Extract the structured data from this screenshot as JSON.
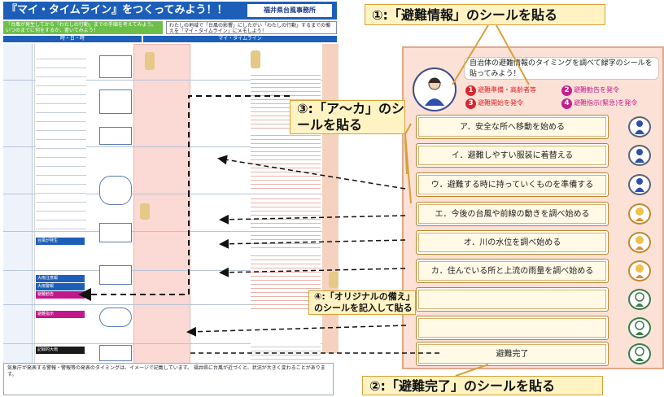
{
  "sheet": {
    "title": "『マイ・タイムライン』をつくってみよう！！",
    "office": "福井県台風事務所",
    "instruction_left": "「台風が発生してから「わたしの行動」までの手順を考えてみよう。いつのまでに何をするか、書いてみよう！",
    "instruction_right": "わたしの地域で「台風の影響」にしたがい「わたしの行動」するまでの備えを「マイ・タイムライン」にメモしよう！",
    "header_time": "時・日・時",
    "header_timeline": "マイ・タイムライン",
    "flags": [
      {
        "label": "台風が発生",
        "color": "#1d5fb8"
      },
      {
        "label": "大雨注意報",
        "color": "#1d5fb8"
      },
      {
        "label": "大雨警報",
        "color": "#1d5fb8"
      },
      {
        "label": "避難勧告",
        "color": "#c2178d"
      },
      {
        "label": "避難指示",
        "color": "#c2178d"
      },
      {
        "label": "記録的大雨",
        "color": "#1a1a1a"
      }
    ],
    "footer_text": "気象庁が発表する警報・警報等の発表のタイミングは、イメージで記載しています。 福井県に台風が近づくと、状況が大きく変わることがあります。"
  },
  "panel": {
    "bubble_text": "自治体の避難情報のタイミングを調べて緑字のシールを貼ってみよう！",
    "stickers": [
      {
        "num": "1",
        "label": "避難準備・高齢者等",
        "color": "#d9262f"
      },
      {
        "num": "2",
        "label": "避難勧告を発令",
        "color": "#c3208f"
      },
      {
        "num": "3",
        "label": "避難開始を発令",
        "color": "#d9262f"
      },
      {
        "num": "4",
        "label": "避難指示(緊急)を発令",
        "color": "#c3208f"
      }
    ],
    "actions": [
      {
        "label": "ア．安全な所へ移動を始める",
        "icon": "person-icon"
      },
      {
        "label": "イ．避難しやすい服装に着替える",
        "icon": "person-icon"
      },
      {
        "label": "ウ．避難する時に持っていくものを準備する",
        "icon": "person-icon"
      },
      {
        "label": "エ．今後の台風や前線の動きを調べ始める",
        "icon": "child-icon"
      },
      {
        "label": "オ．川の水位を調べ始める",
        "icon": "child-icon"
      },
      {
        "label": "カ．住んでいる所と上流の雨量を調べ始める",
        "icon": "child-icon"
      },
      {
        "label": "",
        "icon": "elder-icon"
      },
      {
        "label": "",
        "icon": "elder-icon"
      },
      {
        "label": "避難完了",
        "icon": "elder-icon"
      }
    ]
  },
  "callouts": {
    "c1": "①:「避難情報」のシールを貼る",
    "c2": "②:「避難完了」のシールを貼る",
    "c3": "③:「ア～カ」のシールを貼る",
    "c4": "④:「オリジナルの備え」のシールを記入して貼る"
  },
  "colors": {
    "accent": "#1d5fb8",
    "callout_border": "#d7a13a",
    "panel": "#fbe1d6"
  }
}
